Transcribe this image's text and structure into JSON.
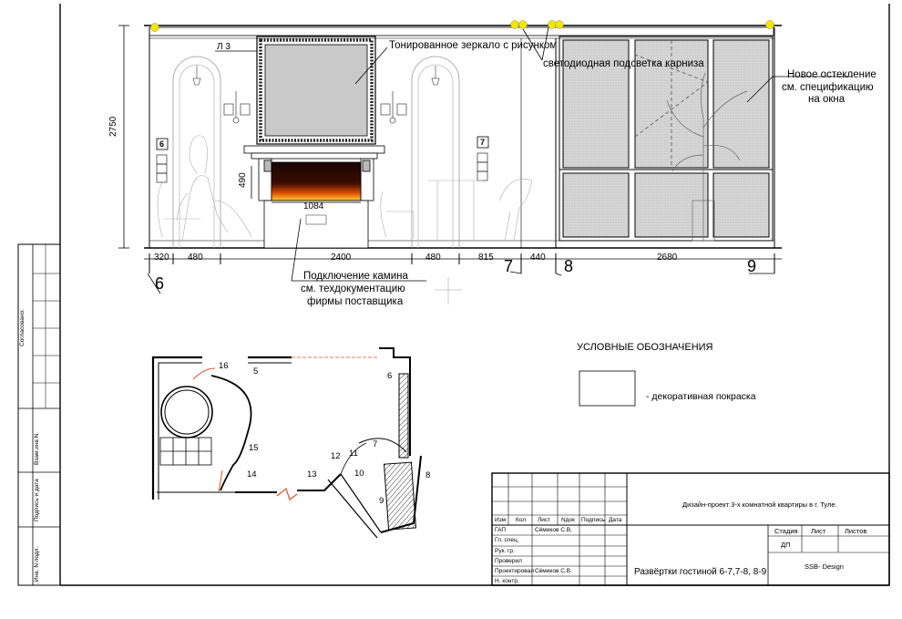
{
  "elevation": {
    "height_dim": "2750",
    "label_l3": "Л 3",
    "fireplace_height_dim": "490",
    "fireplace_width_dim": "1084",
    "badge_left": "6",
    "badge_right": "7",
    "callouts": {
      "mirror": "Тонированное зеркало с рисунком",
      "led": "светодиодная подсветка карниза",
      "glazing": [
        "Новое остекление",
        "см. спецификацию",
        "на окна"
      ],
      "fireplace": [
        "Подключение камина",
        "см. техдокументацию",
        "фирмы поставщика"
      ]
    },
    "dims": [
      "320",
      "480",
      "2400",
      "480",
      "815",
      "440",
      "2680"
    ],
    "axes": [
      "6",
      "7",
      "8",
      "9"
    ]
  },
  "plan": {
    "labels": [
      "16",
      "5",
      "6",
      "15",
      "14",
      "13",
      "12",
      "11",
      "10",
      "7",
      "8",
      "9"
    ]
  },
  "legend": {
    "title": "УСЛОВНЫЕ  ОБОЗНАЧЕНИЯ",
    "item": "- декоративная покраска"
  },
  "side_labels": [
    "Согласовано:",
    "Взам.инв.N",
    "Подпись и дата",
    "Инв. N подл."
  ],
  "title_block": {
    "headers": [
      "Изм",
      "Кол",
      "Лист",
      "Nдок",
      "Подпись",
      "Дата"
    ],
    "roles": [
      "ГАП",
      "Гл. спец.",
      "Рук. гр.",
      "Проверил",
      "Проектировал",
      "Н. контр."
    ],
    "names": [
      "Сёмиков С.В.",
      "",
      "",
      "",
      "Сёмиков С.В.",
      ""
    ],
    "project": "Дизайн-проект 3-х комнатной квартиры в г. Туле.",
    "sheet_title": "Развёртки гостиной 6-7,7-8, 8-9",
    "stage_label": "Стадия",
    "sheet_label": "Лист",
    "sheets_label": "Листов",
    "stage": "ДП",
    "company": "SSB- Design"
  },
  "colors": {
    "led": "#f2e600",
    "door": "#e2502a",
    "line": "#000000"
  }
}
